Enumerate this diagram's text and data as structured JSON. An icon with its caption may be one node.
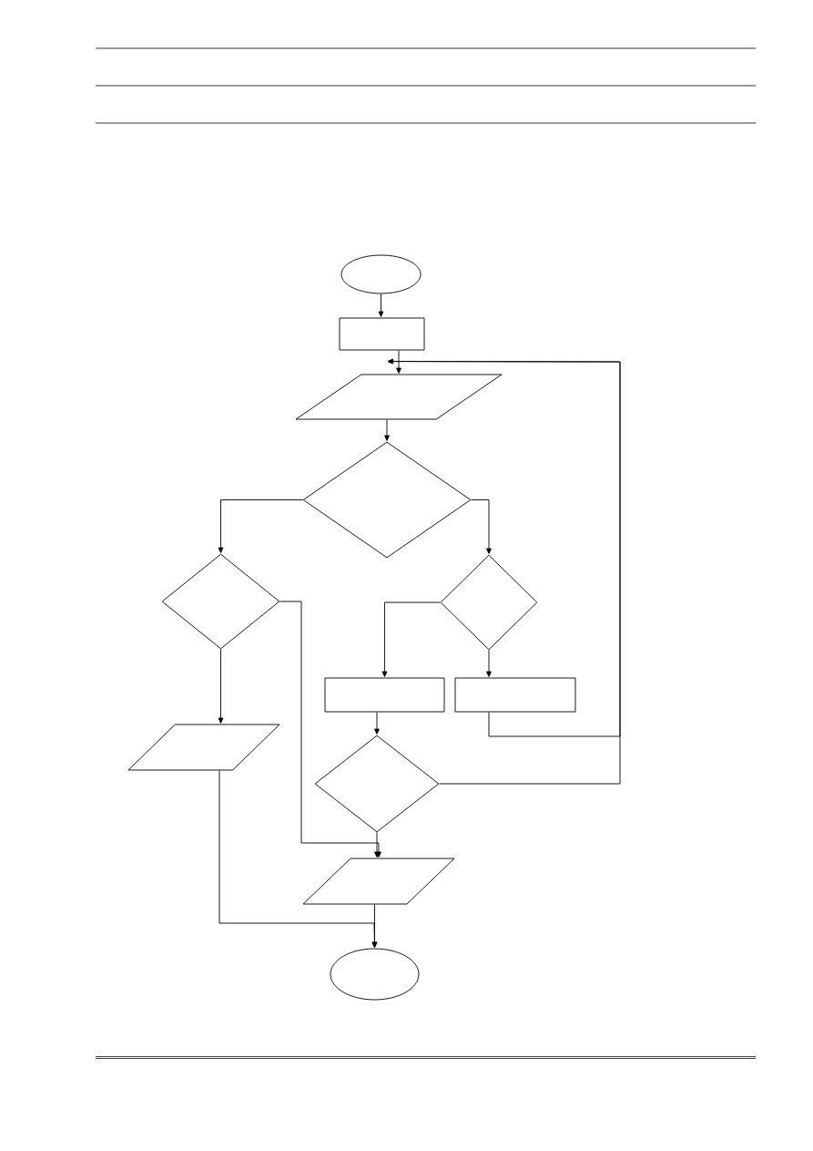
{
  "diagram": {
    "nodes": [
      {
        "text": [],
        "shape": "ellipse"
      },
      {
        "text": [],
        "shape": "box"
      },
      {
        "text": [],
        "shape": "parallelogram"
      },
      {
        "text": [],
        "shape": "diamond"
      },
      {
        "text": [],
        "shape": "diamond"
      },
      {
        "text": [],
        "shape": "diamond"
      },
      {
        "text": [],
        "shape": "box"
      },
      {
        "text": [],
        "shape": "box"
      },
      {
        "text": [],
        "shape": "parallelogram"
      },
      {
        "text": [],
        "shape": "diamond"
      },
      {
        "text": [],
        "shape": "parallelogram"
      },
      {
        "text": [],
        "shape": "ellipse"
      }
    ],
    "edges": [
      {
        "from": 0,
        "to": 1,
        "arrow": "to"
      },
      {
        "from": 1,
        "to": 2,
        "arrow": "to"
      },
      {
        "from": 2,
        "to": 3,
        "arrow": "to"
      },
      {
        "from": 3,
        "to": 4,
        "arrow": "to"
      },
      {
        "from": 3,
        "to": 5,
        "arrow": "to"
      },
      {
        "from": 4,
        "to": 8,
        "arrow": "to"
      },
      {
        "from": 4,
        "to": 10,
        "arrow": "to"
      },
      {
        "from": 5,
        "to": 6,
        "arrow": "to"
      },
      {
        "from": 5,
        "to": 7,
        "arrow": "to"
      },
      {
        "from": 6,
        "to": 9,
        "arrow": "to"
      },
      {
        "from": 7,
        "to": 2,
        "arrow": "to"
      },
      {
        "from": 9,
        "to": 2,
        "arrow": "to"
      },
      {
        "from": 9,
        "to": 10,
        "arrow": "to"
      },
      {
        "from": 8,
        "to": 11,
        "arrow": "to"
      },
      {
        "from": 10,
        "to": 11,
        "arrow": "to"
      }
    ]
  }
}
